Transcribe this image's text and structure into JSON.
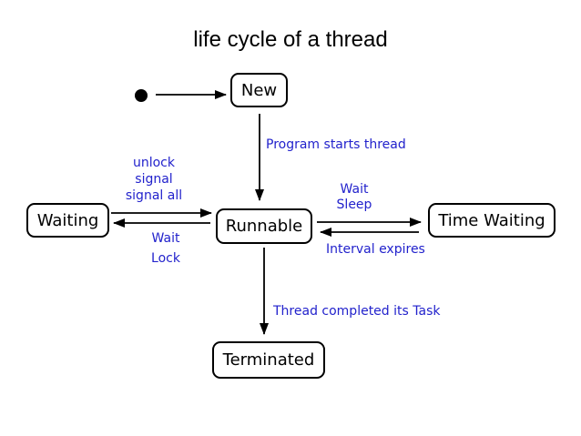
{
  "title": "life cycle of a thread",
  "colors": {
    "background": "#ffffff",
    "title_text": "#000000",
    "state_text": "#000000",
    "state_border": "#000000",
    "arrow": "#000000",
    "transition_label": "#2222cc"
  },
  "states": {
    "new": "New",
    "runnable": "Runnable",
    "waiting": "Waiting",
    "time_waiting": "Time Waiting",
    "terminated": "Terminated"
  },
  "transitions": {
    "new_to_runnable": {
      "label": "Program starts thread"
    },
    "waiting_to_runnable": {
      "lines": [
        "unlock",
        "signal",
        "signal all"
      ]
    },
    "runnable_to_waiting": {
      "lines": [
        "Wait",
        "Lock"
      ]
    },
    "runnable_to_time_waiting": {
      "lines": [
        "Wait",
        "Sleep"
      ]
    },
    "time_waiting_to_runnable": {
      "label": "Interval expires"
    },
    "runnable_to_terminated": {
      "label": "Thread completed its Task"
    }
  }
}
